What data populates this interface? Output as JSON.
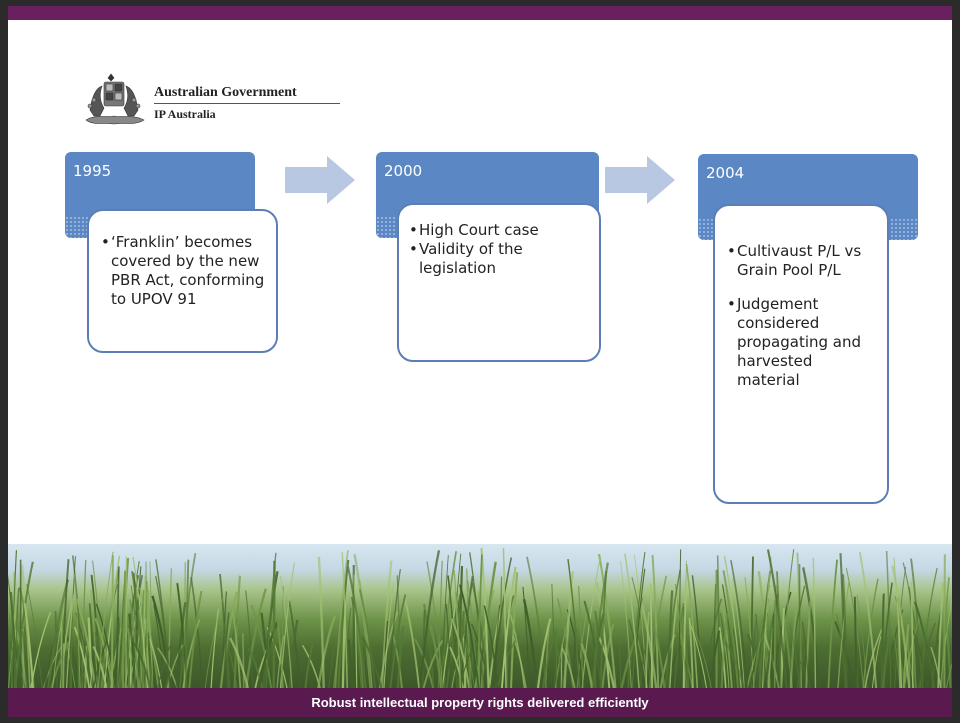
{
  "header": {
    "organization": "Australian Government",
    "department": "IP Australia"
  },
  "colors": {
    "top_bar": "#6a1f5e",
    "footer": "#5a1a50",
    "year_box": "#5b87c4",
    "card_border": "#5b7fb5",
    "arrow": "#b8c8e2"
  },
  "timeline": [
    {
      "year": "1995",
      "bullets": [
        "‘Franklin’ becomes covered by the new PBR Act, conforming to UPOV 91"
      ]
    },
    {
      "year": "2000",
      "bullets": [
        "High Court case",
        "Validity of the legislation"
      ]
    },
    {
      "year": "2004",
      "bullets": [
        "Cultivaust  P/L vs Grain Pool P/L",
        "Judgement considered propagating and harvested material"
      ]
    }
  ],
  "footer": {
    "tagline": "Robust intellectual property rights delivered efficiently"
  }
}
